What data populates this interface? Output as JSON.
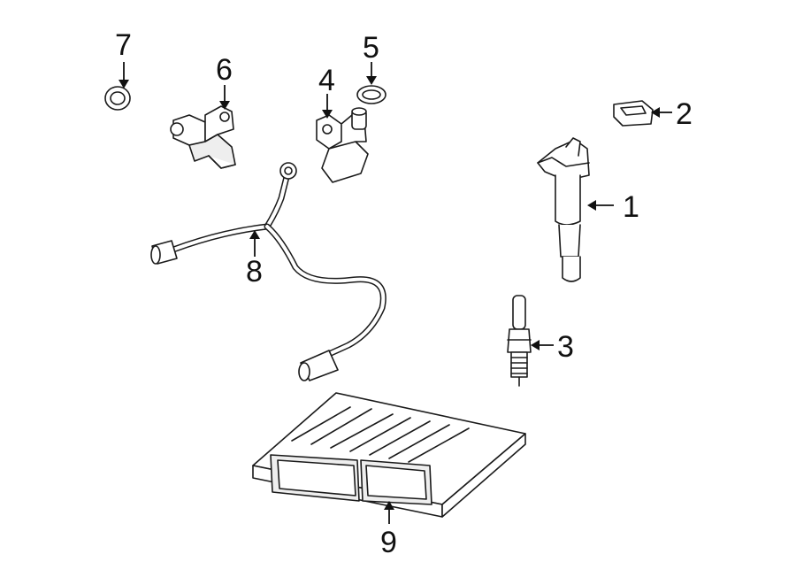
{
  "callouts": [
    {
      "id": "1",
      "label": "1"
    },
    {
      "id": "2",
      "label": "2"
    },
    {
      "id": "3",
      "label": "3"
    },
    {
      "id": "4",
      "label": "4"
    },
    {
      "id": "5",
      "label": "5"
    },
    {
      "id": "6",
      "label": "6"
    },
    {
      "id": "7",
      "label": "7"
    },
    {
      "id": "8",
      "label": "8"
    },
    {
      "id": "9",
      "label": "9"
    }
  ],
  "colors": {
    "line": "#1a1a1a",
    "background": "#ffffff",
    "fill": "#eeeeee"
  }
}
